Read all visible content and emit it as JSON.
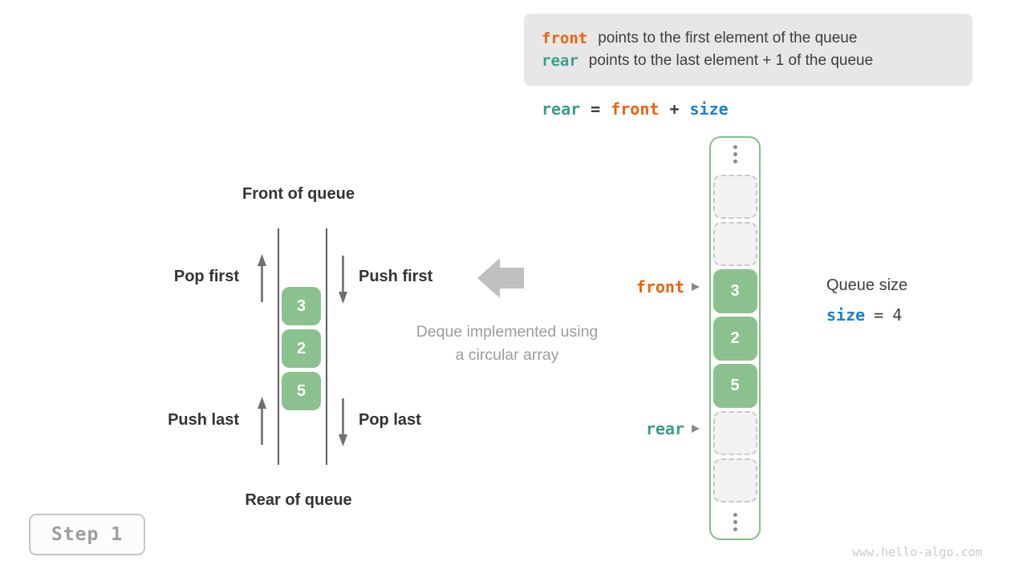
{
  "colors": {
    "front_orange": "#ed620c",
    "rear_teal": "#399d8c",
    "size_blue": "#1b7fd8",
    "cell_green": "#8bc18e",
    "container_border_green": "#85bf85",
    "legend_bg": "#e7e7e7",
    "muted_gray": "#9c9c9c"
  },
  "explain_box": {
    "line1_keyword": "front",
    "line1_text": "points to the first element of the queue",
    "line2_keyword": "rear",
    "line2_text": "points to the last element + 1 of the queue"
  },
  "formula": {
    "rear": "rear",
    "eq": "=",
    "front": "front",
    "plus": "+",
    "size": "size"
  },
  "queue_diagram": {
    "front_label": "Front of queue",
    "rear_label": "Rear of queue",
    "pop_first": "Pop first",
    "push_first": "Push first",
    "push_last": "Push last",
    "pop_last": "Pop last",
    "elements": [
      "3",
      "2",
      "5"
    ]
  },
  "center": {
    "caption_line1": "Deque implemented using",
    "caption_line2": "a circular array"
  },
  "array": {
    "cells": [
      {
        "type": "empty",
        "value": ""
      },
      {
        "type": "empty",
        "value": ""
      },
      {
        "type": "filled",
        "value": "3"
      },
      {
        "type": "filled",
        "value": "2"
      },
      {
        "type": "filled",
        "value": "5"
      },
      {
        "type": "empty",
        "value": ""
      },
      {
        "type": "empty",
        "value": ""
      }
    ],
    "front_pointer": "front",
    "rear_pointer": "rear"
  },
  "size_info": {
    "title": "Queue size",
    "keyword": "size",
    "equals": "=",
    "value": "4"
  },
  "step_badge": "Step 1",
  "watermark": "www.hello-algo.com"
}
